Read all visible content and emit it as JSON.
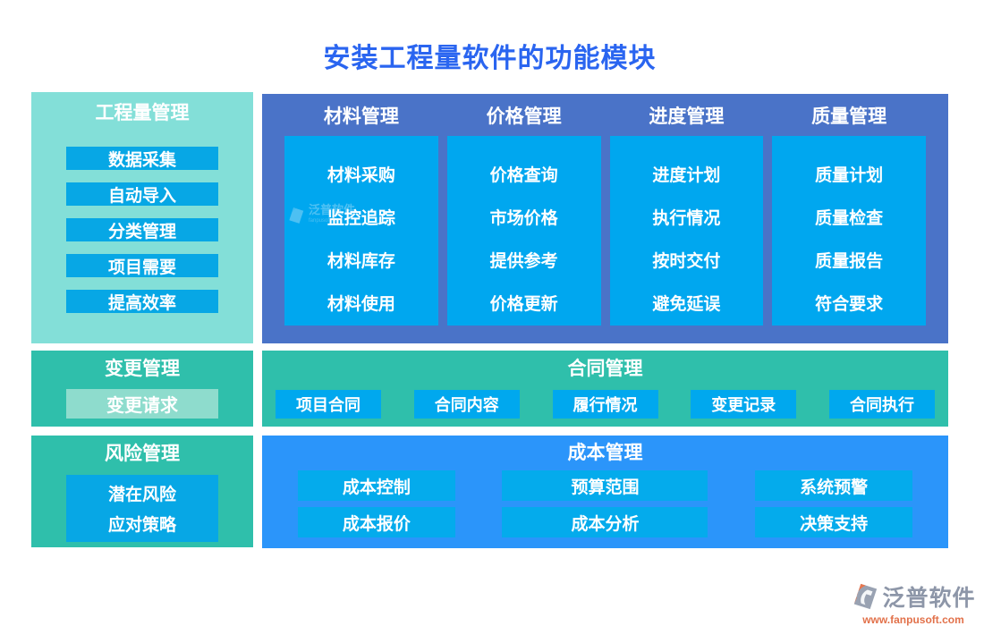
{
  "title": "安装工程量软件的功能模块",
  "left": {
    "quantity": {
      "title": "工程量管理",
      "items": [
        "数据采集",
        "自动导入",
        "分类管理",
        "项目需要",
        "提高效率"
      ]
    },
    "change": {
      "title": "变更管理",
      "items": [
        "变更请求"
      ]
    },
    "risk": {
      "title": "风险管理",
      "items": [
        "潜在风险",
        "应对策略"
      ]
    }
  },
  "right": {
    "material": {
      "title": "材料管理",
      "items": [
        "材料采购",
        "监控追踪",
        "材料库存",
        "材料使用"
      ]
    },
    "price": {
      "title": "价格管理",
      "items": [
        "价格查询",
        "市场价格",
        "提供参考",
        "价格更新"
      ]
    },
    "schedule": {
      "title": "进度管理",
      "items": [
        "进度计划",
        "执行情况",
        "按时交付",
        "避免延误"
      ]
    },
    "quality": {
      "title": "质量管理",
      "items": [
        "质量计划",
        "质量检查",
        "质量报告",
        "符合要求"
      ]
    },
    "contract": {
      "title": "合同管理",
      "items": [
        "项目合同",
        "合同内容",
        "履行情况",
        "变更记录",
        "合同执行"
      ]
    },
    "cost": {
      "title": "成本管理",
      "row1": [
        "成本控制",
        "预算范围",
        "系统预警"
      ],
      "row2": [
        "成本报价",
        "成本分析",
        "决策支持"
      ]
    }
  },
  "watermark": {
    "brand": "泛普软件",
    "sub": "fanpusoft.com"
  },
  "footer": {
    "brand": "泛普软件",
    "url": "www.fanpusoft.com"
  },
  "colors": {
    "title_blue": "#2A65F0",
    "panel_deep_blue": "#4A73C8",
    "card_blue": "#00A7EF",
    "aqua_panel": "#83DFD8",
    "teal_panel": "#2FBFAB",
    "light_teal_button": "#8EDCCD",
    "azure_panel": "#2B95FA",
    "azure_button": "#04ABEC",
    "item_button_blue": "#07A7E5",
    "footer_gray": "#8D96A8",
    "footer_orange": "#E2714A"
  }
}
